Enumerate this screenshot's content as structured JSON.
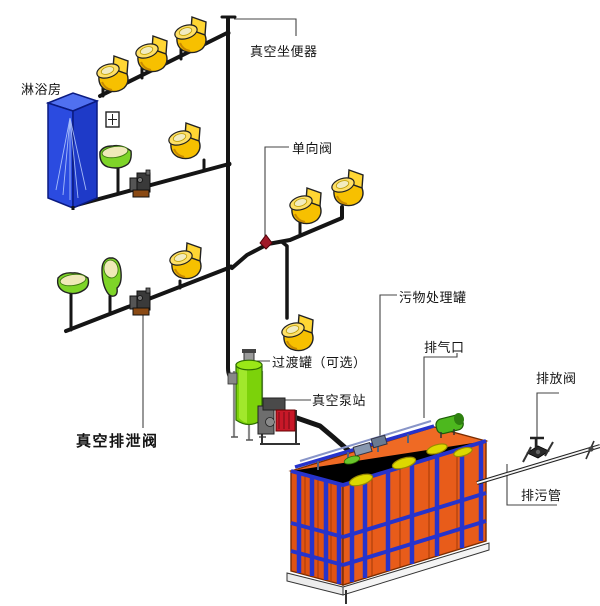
{
  "diagram": {
    "type": "vacuum-sewage-system-schematic",
    "labels": {
      "vacuum_toilet": "真空坐便器",
      "shower_room": "淋浴房",
      "check_valve": "单向阀",
      "transition_tank_optional": "过渡罐（可选）",
      "vacuum_pump_station": "真空泵站",
      "sewage_treatment_tank": "污物处理罐",
      "exhaust_port": "排气口",
      "discharge_valve": "排放阀",
      "vacuum_drain_valve": "真空排泄阀",
      "sewage_discharge_pipe": "排污管"
    },
    "colors": {
      "pipe_black": "#151515",
      "leader_gray": "#444444",
      "toilet_yellow": "#ffd633",
      "fixture_green": "#7ed428",
      "shower_blue": "#2b4be0",
      "tank_orange": "#e85c1a",
      "strap_blue": "#2633cc",
      "transition_green": "#8ae017",
      "pump_red": "#c81828",
      "manhole_yellow": "#ddd800"
    }
  }
}
